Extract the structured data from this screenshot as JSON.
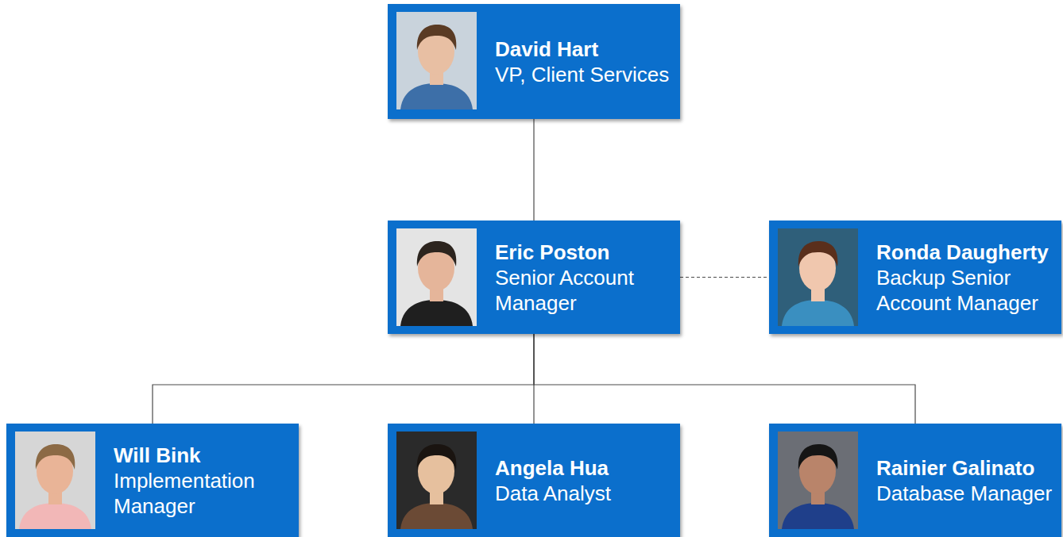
{
  "diagram": {
    "nodes": [
      {
        "text": [
          "David Hart",
          "VP, Client Services"
        ]
      },
      {
        "text": [
          "Eric Poston",
          "Senior Account Manager"
        ]
      },
      {
        "text": [
          "Ronda Daugherty",
          "Backup Senior Account Manager"
        ]
      },
      {
        "text": [
          "Will Bink",
          "Implementation Manager"
        ]
      },
      {
        "text": [
          "Angela Hua",
          "Data Analyst"
        ]
      },
      {
        "text": [
          "Rainier Galinato",
          "Database Manager"
        ]
      }
    ],
    "edges": [
      {
        "from": 0,
        "to": 1,
        "arrow": "none"
      },
      {
        "from": 1,
        "to": 2,
        "arrow": "none"
      },
      {
        "from": 1,
        "to": 3,
        "arrow": "none"
      },
      {
        "from": 1,
        "to": 4,
        "arrow": "none"
      },
      {
        "from": 1,
        "to": 5,
        "arrow": "none"
      }
    ]
  }
}
